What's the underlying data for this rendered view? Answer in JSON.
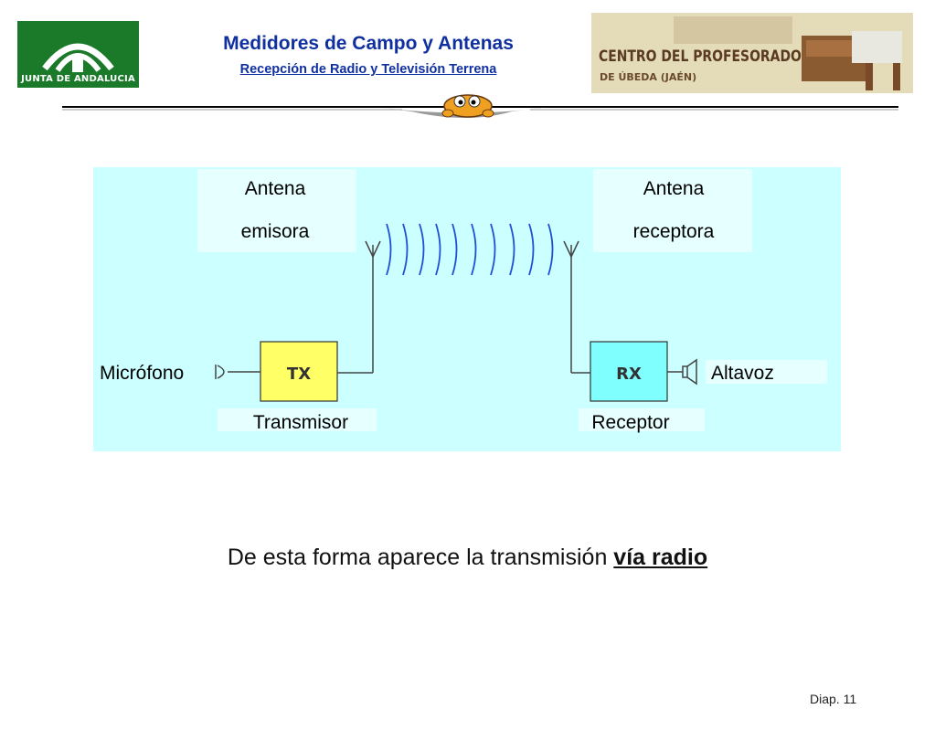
{
  "header": {
    "title": "Medidores de Campo y Antenas",
    "subtitle": "Recepción de Radio y Televisión Terrena",
    "left_logo_text": "JUNTA DE ANDALUCIA",
    "right_logo_line1": "CENTRO DEL PROFESORADO",
    "right_logo_line2": "DE ÚBEDA (JAÉN)"
  },
  "diagram": {
    "tx_antenna_line1": "Antena",
    "tx_antenna_line2": "emisora",
    "rx_antenna_line1": "Antena",
    "rx_antenna_line2": "receptora",
    "microphone": "Micrófono",
    "tx_box": "TX",
    "rx_box": "RX",
    "speaker": "Altavoz",
    "transmitter": "Transmisor",
    "receiver": "Receptor",
    "colors": {
      "panel": "#ccffff",
      "tx": "#ffff66",
      "rx": "#80ffff",
      "waves": "#1f4fd6"
    }
  },
  "footer": {
    "text": "De esta forma aparece la transmisión ",
    "highlight": "vía radio",
    "slide_number": "Diap. 11"
  }
}
